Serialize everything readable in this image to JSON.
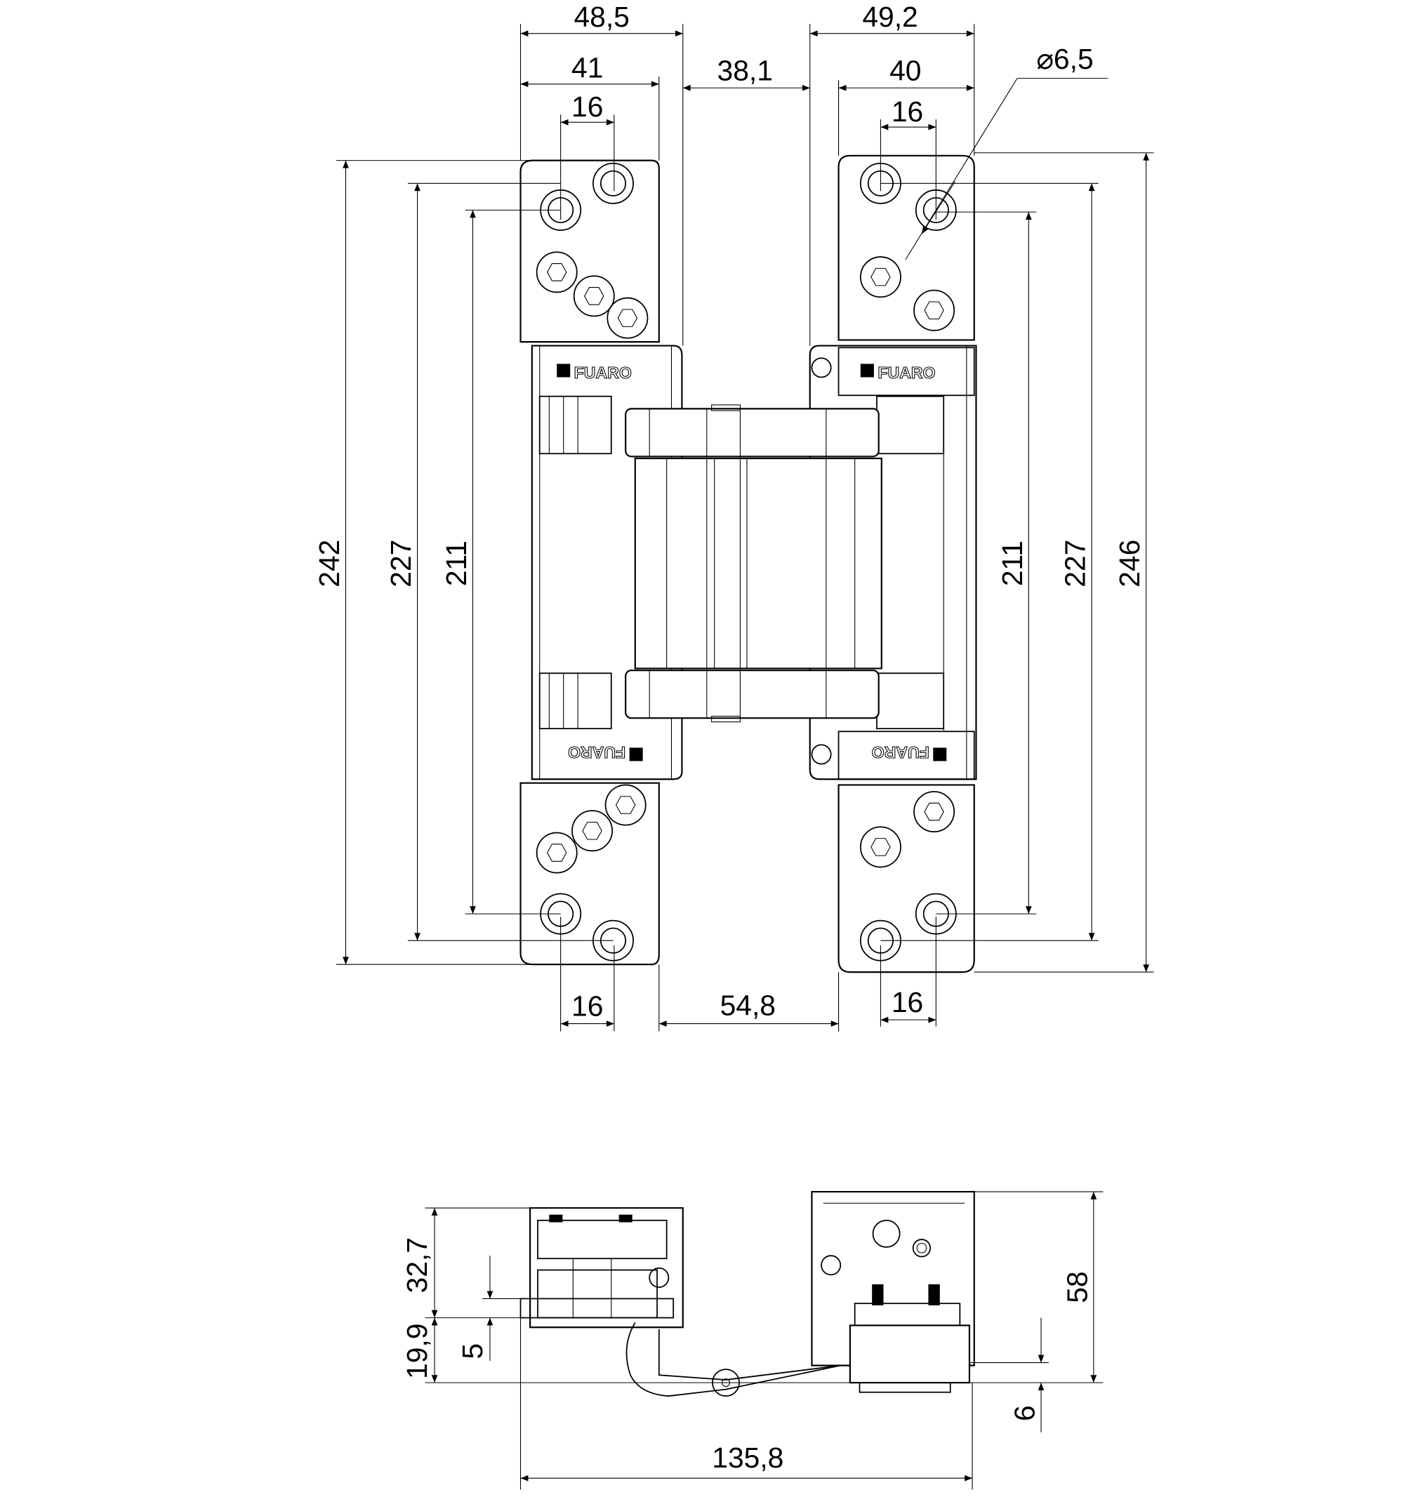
{
  "drawing": {
    "top_view": {
      "brand_mark": "FUARO",
      "dimensions": {
        "left_plate_total_width": "48,5",
        "left_plate_width": "41",
        "left_hole_spacing_top": "16",
        "gap_between_bodies": "38,1",
        "right_plate_total_width": "49,2",
        "right_plate_width": "40",
        "right_hole_spacing_top": "16",
        "hole_diameter": "⌀6,5",
        "left_overall_height": "242",
        "left_hole_outer_span": "227",
        "left_hole_inner_span": "211",
        "right_hole_inner_span": "211",
        "right_hole_outer_span": "227",
        "right_overall_height": "246",
        "left_hole_spacing_bottom": "16",
        "plate_gap_bottom": "54,8",
        "right_hole_spacing_bottom": "16"
      }
    },
    "side_view": {
      "dimensions": {
        "upper_height": "32,7",
        "lower_height": "19,9",
        "offset": "5",
        "total_height": "58",
        "bottom_offset": "6",
        "total_width": "135,8"
      }
    }
  }
}
